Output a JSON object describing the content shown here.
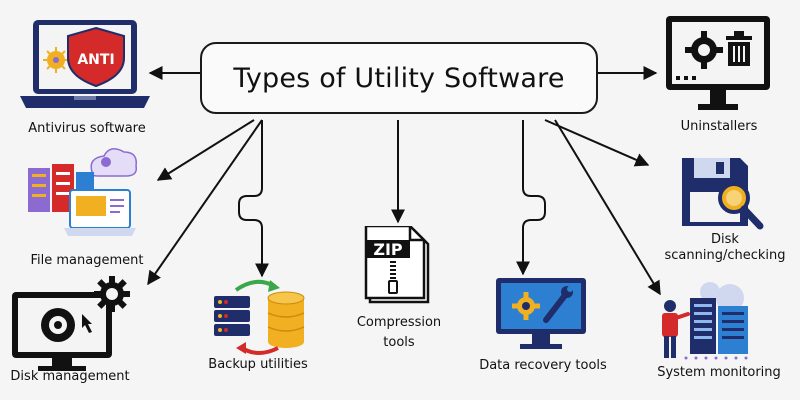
{
  "title": "Types of Utility Software",
  "nodes": {
    "antivirus": {
      "label": "Antivirus software",
      "badge": "ANTI",
      "icon": "antivirus-laptop-icon"
    },
    "uninstallers": {
      "label": "Uninstallers",
      "icon": "uninstaller-monitor-icon"
    },
    "file_management": {
      "label": "File management",
      "icon": "file-management-icon"
    },
    "disk_scanning": {
      "label": "Disk scanning/checking",
      "icon": "disk-scan-icon"
    },
    "disk_management": {
      "label": "Disk management",
      "icon": "disk-management-icon"
    },
    "backup": {
      "label": "Backup utilities",
      "icon": "backup-icon"
    },
    "compression": {
      "label": "Compression tools",
      "badge": "ZIP",
      "icon": "zip-file-icon"
    },
    "data_recovery": {
      "label": "Data recovery tools",
      "icon": "data-recovery-icon"
    },
    "system_monitoring": {
      "label": "System monitoring",
      "icon": "system-monitoring-icon"
    }
  },
  "colors": {
    "navy": "#1f2d6b",
    "red": "#d42a2a",
    "monitor_blue": "#2d7fd1",
    "gold": "#f0b021",
    "purple": "#8b6bd1",
    "green": "#3aa84a"
  }
}
